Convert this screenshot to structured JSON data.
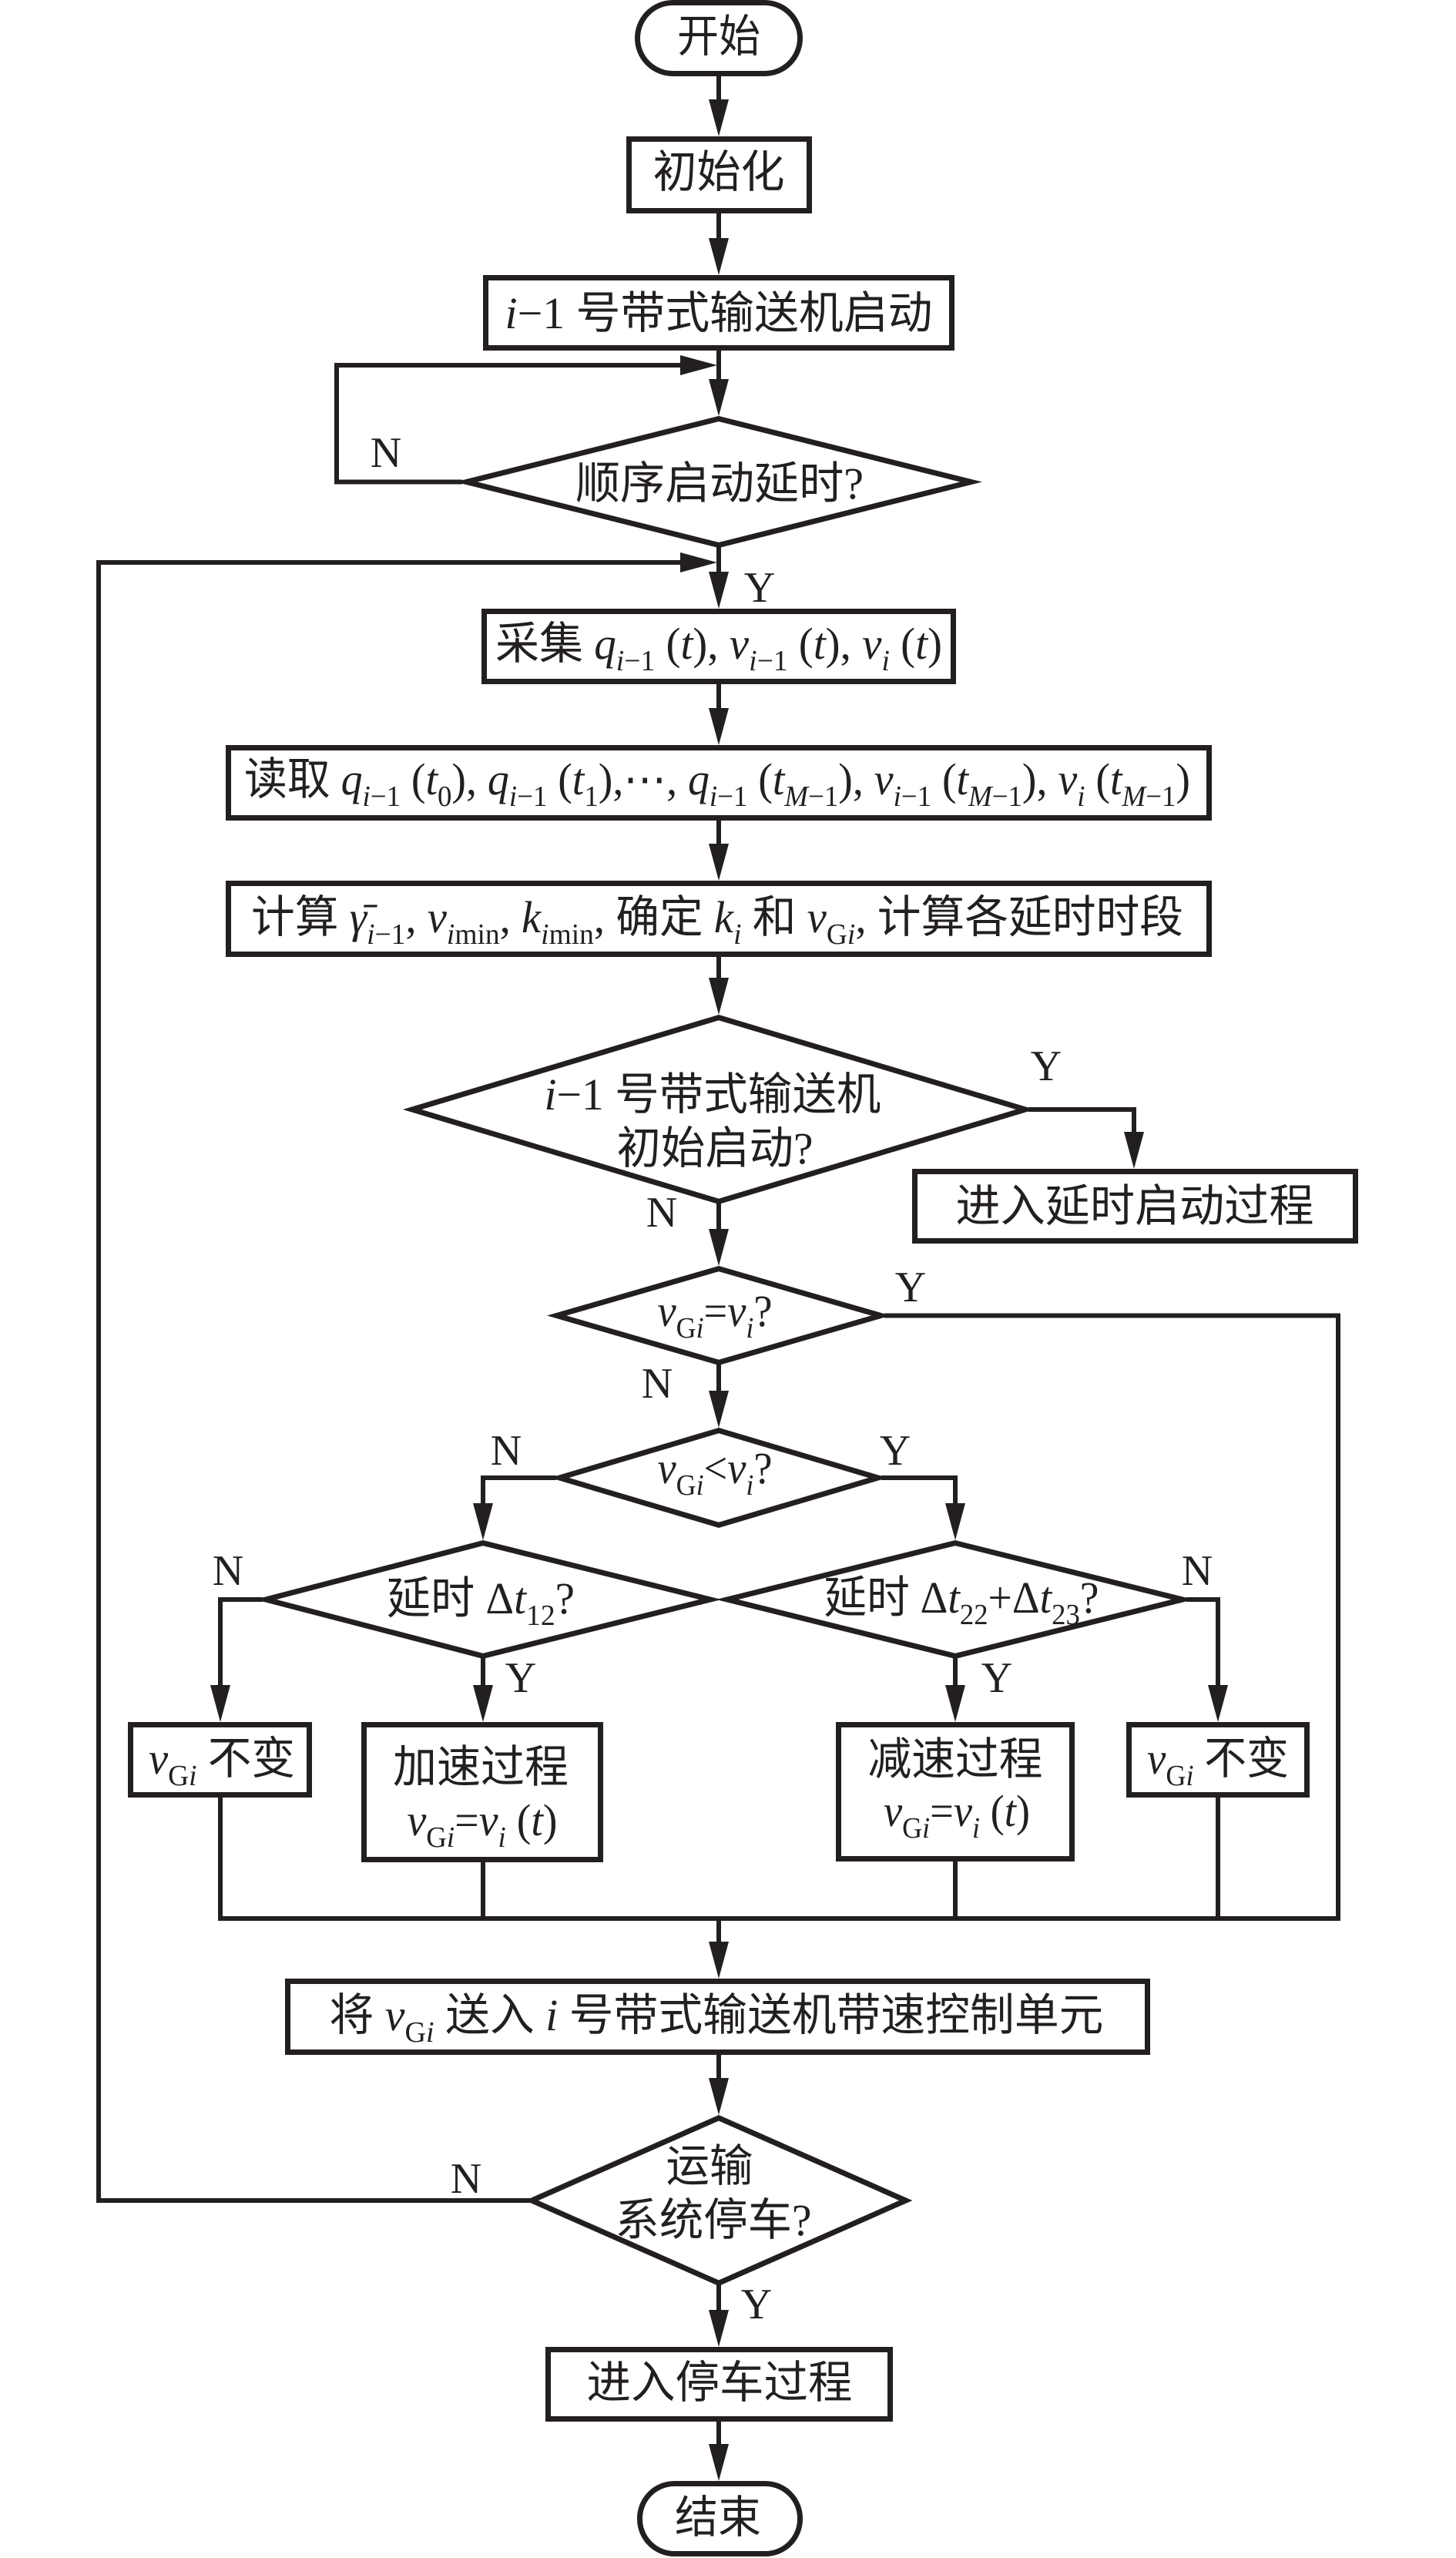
{
  "colors": {
    "ink": "#231f20",
    "background": "#ffffff"
  },
  "nodes": {
    "start": {
      "shape": "terminal",
      "lines": [
        [
          {
            "t": "开始"
          }
        ]
      ]
    },
    "init": {
      "shape": "process",
      "lines": [
        [
          {
            "t": "初始化"
          }
        ]
      ]
    },
    "start_prev_conveyor": {
      "shape": "process",
      "lines": [
        [
          {
            "t": "i",
            "s": "i"
          },
          {
            "t": "−1 号带式输送机启动"
          }
        ]
      ]
    },
    "sequential_delay": {
      "shape": "decision",
      "lines": [
        [
          {
            "t": "顺序启动延时?"
          }
        ]
      ]
    },
    "collect": {
      "shape": "process",
      "lines": [
        [
          {
            "t": "采集 "
          },
          {
            "t": "q",
            "s": "i"
          },
          {
            "t": "i",
            "s": "isub"
          },
          {
            "t": "−1",
            "s": "sub"
          },
          {
            "t": " ("
          },
          {
            "t": "t",
            "s": "i"
          },
          {
            "t": "), "
          },
          {
            "t": "v",
            "s": "i"
          },
          {
            "t": "i",
            "s": "isub"
          },
          {
            "t": "−1",
            "s": "sub"
          },
          {
            "t": " ("
          },
          {
            "t": "t",
            "s": "i"
          },
          {
            "t": "), "
          },
          {
            "t": "v",
            "s": "i"
          },
          {
            "t": "i",
            "s": "isub"
          },
          {
            "t": " ("
          },
          {
            "t": "t",
            "s": "i"
          },
          {
            "t": ")"
          }
        ]
      ]
    },
    "read": {
      "shape": "process",
      "lines": [
        [
          {
            "t": "读取 "
          },
          {
            "t": "q",
            "s": "i"
          },
          {
            "t": "i",
            "s": "isub"
          },
          {
            "t": "−1",
            "s": "sub"
          },
          {
            "t": " ("
          },
          {
            "t": "t",
            "s": "i"
          },
          {
            "t": "0",
            "s": "sub"
          },
          {
            "t": "), "
          },
          {
            "t": "q",
            "s": "i"
          },
          {
            "t": "i",
            "s": "isub"
          },
          {
            "t": "−1",
            "s": "sub"
          },
          {
            "t": " ("
          },
          {
            "t": "t",
            "s": "i"
          },
          {
            "t": "1",
            "s": "sub"
          },
          {
            "t": "),⋯, "
          },
          {
            "t": "q",
            "s": "i"
          },
          {
            "t": "i",
            "s": "isub"
          },
          {
            "t": "−1",
            "s": "sub"
          },
          {
            "t": " ("
          },
          {
            "t": "t",
            "s": "i"
          },
          {
            "t": "M",
            "s": "isub"
          },
          {
            "t": "−1",
            "s": "sub"
          },
          {
            "t": "), "
          },
          {
            "t": "v",
            "s": "i"
          },
          {
            "t": "i",
            "s": "isub"
          },
          {
            "t": "−1",
            "s": "sub"
          },
          {
            "t": " ("
          },
          {
            "t": "t",
            "s": "i"
          },
          {
            "t": "M",
            "s": "isub"
          },
          {
            "t": "−1",
            "s": "sub"
          },
          {
            "t": "), "
          },
          {
            "t": "v",
            "s": "i"
          },
          {
            "t": "i",
            "s": "isub"
          },
          {
            "t": " ("
          },
          {
            "t": "t",
            "s": "i"
          },
          {
            "t": "M",
            "s": "isub"
          },
          {
            "t": "−1",
            "s": "sub"
          },
          {
            "t": ")"
          }
        ]
      ]
    },
    "compute": {
      "shape": "process",
      "lines": [
        [
          {
            "t": "计算 "
          },
          {
            "t": "γ̄",
            "s": "i"
          },
          {
            "t": "i",
            "s": "isub"
          },
          {
            "t": "−1",
            "s": "sub"
          },
          {
            "t": ", "
          },
          {
            "t": "v",
            "s": "i"
          },
          {
            "t": "i",
            "s": "isub"
          },
          {
            "t": "min",
            "s": "sub"
          },
          {
            "t": ", "
          },
          {
            "t": "k",
            "s": "i"
          },
          {
            "t": "i",
            "s": "isub"
          },
          {
            "t": "min",
            "s": "sub"
          },
          {
            "t": ", 确定 "
          },
          {
            "t": "k",
            "s": "i"
          },
          {
            "t": "i",
            "s": "isub"
          },
          {
            "t": " 和 "
          },
          {
            "t": "v",
            "s": "i"
          },
          {
            "t": "G",
            "s": "sub"
          },
          {
            "t": "i",
            "s": "isub"
          },
          {
            "t": ", 计算各延时时段"
          }
        ]
      ]
    },
    "initial_start_check": {
      "shape": "decision",
      "lines": [
        [
          {
            "t": "i",
            "s": "i"
          },
          {
            "t": "−1 号带式输送机"
          }
        ],
        [
          {
            "t": "初始启动?"
          }
        ]
      ]
    },
    "delayed_start_process": {
      "shape": "process",
      "lines": [
        [
          {
            "t": "进入延时启动过程"
          }
        ]
      ]
    },
    "vg_equal_check": {
      "shape": "decision",
      "lines": [
        [
          {
            "t": "v",
            "s": "i"
          },
          {
            "t": "G",
            "s": "sub"
          },
          {
            "t": "i",
            "s": "isub"
          },
          {
            "t": "="
          },
          {
            "t": "v",
            "s": "i"
          },
          {
            "t": "i",
            "s": "isub"
          },
          {
            "t": "?"
          }
        ]
      ]
    },
    "vg_less_check": {
      "shape": "decision",
      "lines": [
        [
          {
            "t": "v",
            "s": "i"
          },
          {
            "t": "G",
            "s": "sub"
          },
          {
            "t": "i",
            "s": "isub"
          },
          {
            "t": "<"
          },
          {
            "t": "v",
            "s": "i"
          },
          {
            "t": "i",
            "s": "isub"
          },
          {
            "t": "?"
          }
        ]
      ]
    },
    "delay_12_check": {
      "shape": "decision",
      "lines": [
        [
          {
            "t": "延时 Δ"
          },
          {
            "t": "t",
            "s": "i"
          },
          {
            "t": "12",
            "s": "sub"
          },
          {
            "t": "?"
          }
        ]
      ]
    },
    "delay_22_23_check": {
      "shape": "decision",
      "lines": [
        [
          {
            "t": "延时 Δ"
          },
          {
            "t": "t",
            "s": "i"
          },
          {
            "t": "22",
            "s": "sub"
          },
          {
            "t": "+Δ"
          },
          {
            "t": "t",
            "s": "i"
          },
          {
            "t": "23",
            "s": "sub"
          },
          {
            "t": "?"
          }
        ]
      ]
    },
    "keep_vg_left": {
      "shape": "process",
      "lines": [
        [
          {
            "t": "v",
            "s": "i"
          },
          {
            "t": "G",
            "s": "sub"
          },
          {
            "t": "i",
            "s": "isub"
          },
          {
            "t": " 不变"
          }
        ]
      ]
    },
    "accel_process": {
      "shape": "process",
      "lines": [
        [
          {
            "t": "加速过程"
          }
        ],
        [
          {
            "t": "v",
            "s": "i"
          },
          {
            "t": "G",
            "s": "sub"
          },
          {
            "t": "i",
            "s": "isub"
          },
          {
            "t": "="
          },
          {
            "t": "v",
            "s": "i"
          },
          {
            "t": "i",
            "s": "isub"
          },
          {
            "t": " ("
          },
          {
            "t": "t",
            "s": "i"
          },
          {
            "t": ")"
          }
        ]
      ]
    },
    "decel_process": {
      "shape": "process",
      "lines": [
        [
          {
            "t": "减速过程"
          }
        ],
        [
          {
            "t": "v",
            "s": "i"
          },
          {
            "t": "G",
            "s": "sub"
          },
          {
            "t": "i",
            "s": "isub"
          },
          {
            "t": "="
          },
          {
            "t": "v",
            "s": "i"
          },
          {
            "t": "i",
            "s": "isub"
          },
          {
            "t": " ("
          },
          {
            "t": "t",
            "s": "i"
          },
          {
            "t": ")"
          }
        ]
      ]
    },
    "keep_vg_right": {
      "shape": "process",
      "lines": [
        [
          {
            "t": "v",
            "s": "i"
          },
          {
            "t": "G",
            "s": "sub"
          },
          {
            "t": "i",
            "s": "isub"
          },
          {
            "t": " 不变"
          }
        ]
      ]
    },
    "send_speed": {
      "shape": "process",
      "lines": [
        [
          {
            "t": "将 "
          },
          {
            "t": "v",
            "s": "i"
          },
          {
            "t": "G",
            "s": "sub"
          },
          {
            "t": "i",
            "s": "isub"
          },
          {
            "t": " 送入 "
          },
          {
            "t": "i",
            "s": "i"
          },
          {
            "t": " 号带式输送机带速控制单元"
          }
        ]
      ]
    },
    "system_stop_check": {
      "shape": "decision",
      "lines": [
        [
          {
            "t": "运输"
          }
        ],
        [
          {
            "t": "系统停车?"
          }
        ]
      ]
    },
    "stop_process": {
      "shape": "process",
      "lines": [
        [
          {
            "t": "进入停车过程"
          }
        ]
      ]
    },
    "end": {
      "shape": "terminal",
      "lines": [
        [
          {
            "t": "结束"
          }
        ]
      ]
    }
  },
  "edges": [
    {
      "from": "start",
      "to": "init",
      "label": ""
    },
    {
      "from": "init",
      "to": "start_prev_conveyor",
      "label": ""
    },
    {
      "from": "start_prev_conveyor",
      "to": "sequential_delay",
      "label": ""
    },
    {
      "from": "sequential_delay",
      "to": "sequential_delay",
      "label": "N"
    },
    {
      "from": "sequential_delay",
      "to": "collect",
      "label": "Y"
    },
    {
      "from": "collect",
      "to": "read",
      "label": ""
    },
    {
      "from": "read",
      "to": "compute",
      "label": ""
    },
    {
      "from": "compute",
      "to": "initial_start_check",
      "label": ""
    },
    {
      "from": "initial_start_check",
      "to": "delayed_start_process",
      "label": "Y"
    },
    {
      "from": "initial_start_check",
      "to": "vg_equal_check",
      "label": "N"
    },
    {
      "from": "vg_equal_check",
      "to": "send_speed",
      "label": "Y"
    },
    {
      "from": "vg_equal_check",
      "to": "vg_less_check",
      "label": "N"
    },
    {
      "from": "vg_less_check",
      "to": "delay_12_check",
      "label": "N"
    },
    {
      "from": "vg_less_check",
      "to": "delay_22_23_check",
      "label": "Y"
    },
    {
      "from": "delay_12_check",
      "to": "keep_vg_left",
      "label": "N"
    },
    {
      "from": "delay_12_check",
      "to": "accel_process",
      "label": "Y"
    },
    {
      "from": "delay_22_23_check",
      "to": "decel_process",
      "label": "Y"
    },
    {
      "from": "delay_22_23_check",
      "to": "keep_vg_right",
      "label": "N"
    },
    {
      "from": "keep_vg_left",
      "to": "send_speed",
      "label": ""
    },
    {
      "from": "accel_process",
      "to": "send_speed",
      "label": ""
    },
    {
      "from": "decel_process",
      "to": "send_speed",
      "label": ""
    },
    {
      "from": "keep_vg_right",
      "to": "send_speed",
      "label": ""
    },
    {
      "from": "send_speed",
      "to": "system_stop_check",
      "label": ""
    },
    {
      "from": "system_stop_check",
      "to": "collect",
      "label": "N"
    },
    {
      "from": "system_stop_check",
      "to": "stop_process",
      "label": "Y"
    },
    {
      "from": "stop_process",
      "to": "end",
      "label": ""
    }
  ]
}
